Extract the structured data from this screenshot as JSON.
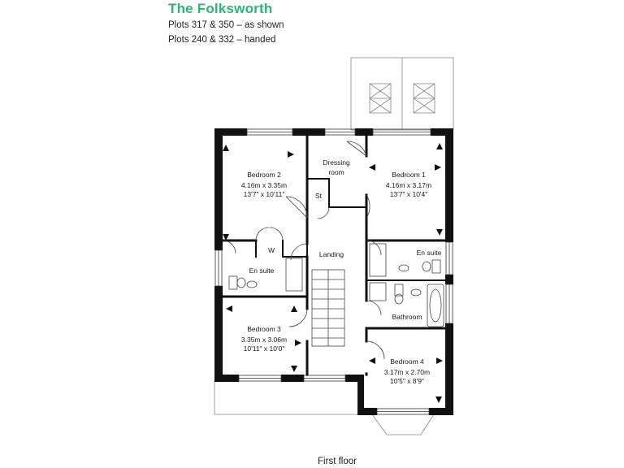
{
  "header": {
    "title": "The Folksworth",
    "line1": "Plots 317 & 350 – as shown",
    "line2": "Plots 240 & 332 – handed"
  },
  "caption": "First floor",
  "colors": {
    "title": "#2bb673",
    "wall": "#111111",
    "line": "#555555"
  },
  "rooms": {
    "bedroom2": {
      "name": "Bedroom 2",
      "metric": "4.16m x 3.35m",
      "imperial": "13'7\" x 10'11\""
    },
    "dressing": {
      "line1": "Dressing",
      "line2": "room"
    },
    "bedroom1": {
      "name": "Bedroom 1",
      "metric": "4.16m x 3.17m",
      "imperial": "13'7\" x 10'4\""
    },
    "store": "St",
    "wardrobe": "W",
    "landing": "Landing",
    "ensuite_left": "En suite",
    "ensuite_right": "En suite",
    "bathroom": "Bathroom",
    "bedroom3": {
      "name": "Bedroom 3",
      "metric": "3.35m x 3.06m",
      "imperial": "10'11\" x 10'0\""
    },
    "bedroom4": {
      "name": "Bedroom 4",
      "metric": "3.17m x 2.70m",
      "imperial": "10'5\" x 8'9\""
    }
  }
}
